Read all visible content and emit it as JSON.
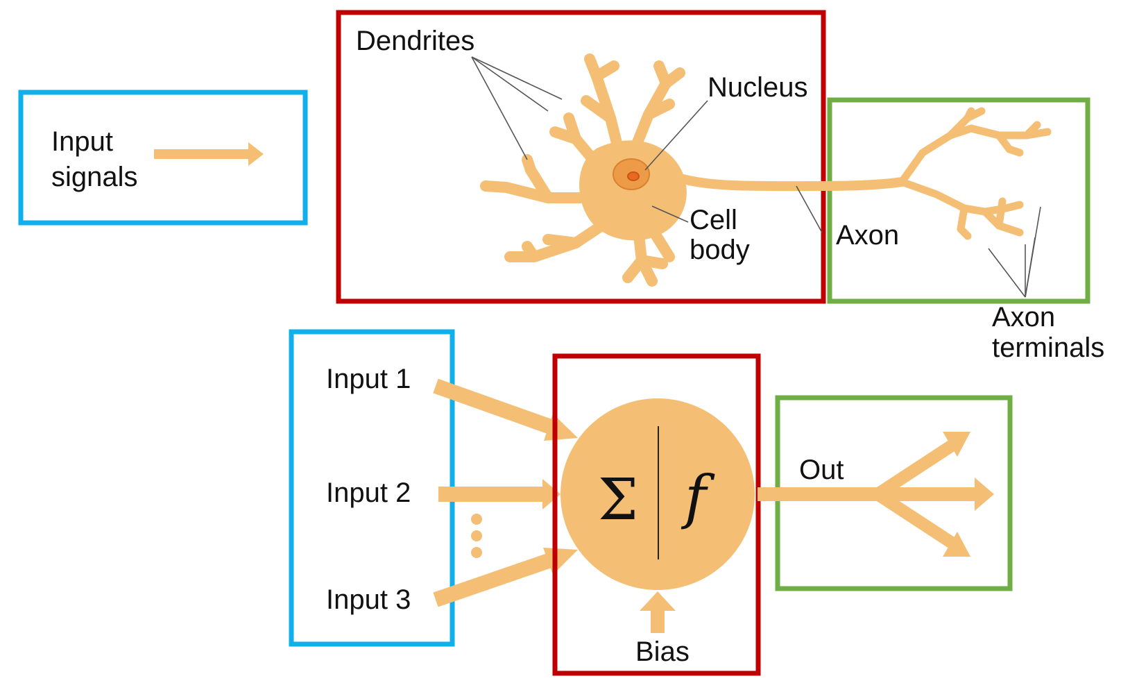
{
  "colors": {
    "input_box": "#12b0eb",
    "body_box": "#c00000",
    "output_box": "#6fae45",
    "neuron_fill": "#f4bf74",
    "neuron_outline": "#c9a06a",
    "nucleus_outer": "#ee9b47",
    "nucleus_inner": "#e86a1f",
    "leader_line": "#555555",
    "text": "#111111"
  },
  "biology": {
    "input_label_line1": "Input",
    "input_label_line2": "signals",
    "dendrites": "Dendrites",
    "nucleus": "Nucleus",
    "cell_body_line1": "Cell",
    "cell_body_line2": "body",
    "axon": "Axon",
    "axon_terminals_line1": "Axon",
    "axon_terminals_line2": "terminals"
  },
  "artificial": {
    "inputs": [
      "Input 1",
      "Input 2",
      "Input 3"
    ],
    "sum_symbol": "Σ",
    "activation_symbol": "f",
    "bias": "Bias",
    "out": "Out"
  },
  "icons": {
    "input_arrow": "right-arrow-icon",
    "ellipsis": "vertical-ellipsis-icon",
    "bias_arrow": "up-arrow-icon",
    "output_fork": "three-way-fork-arrow-icon"
  }
}
